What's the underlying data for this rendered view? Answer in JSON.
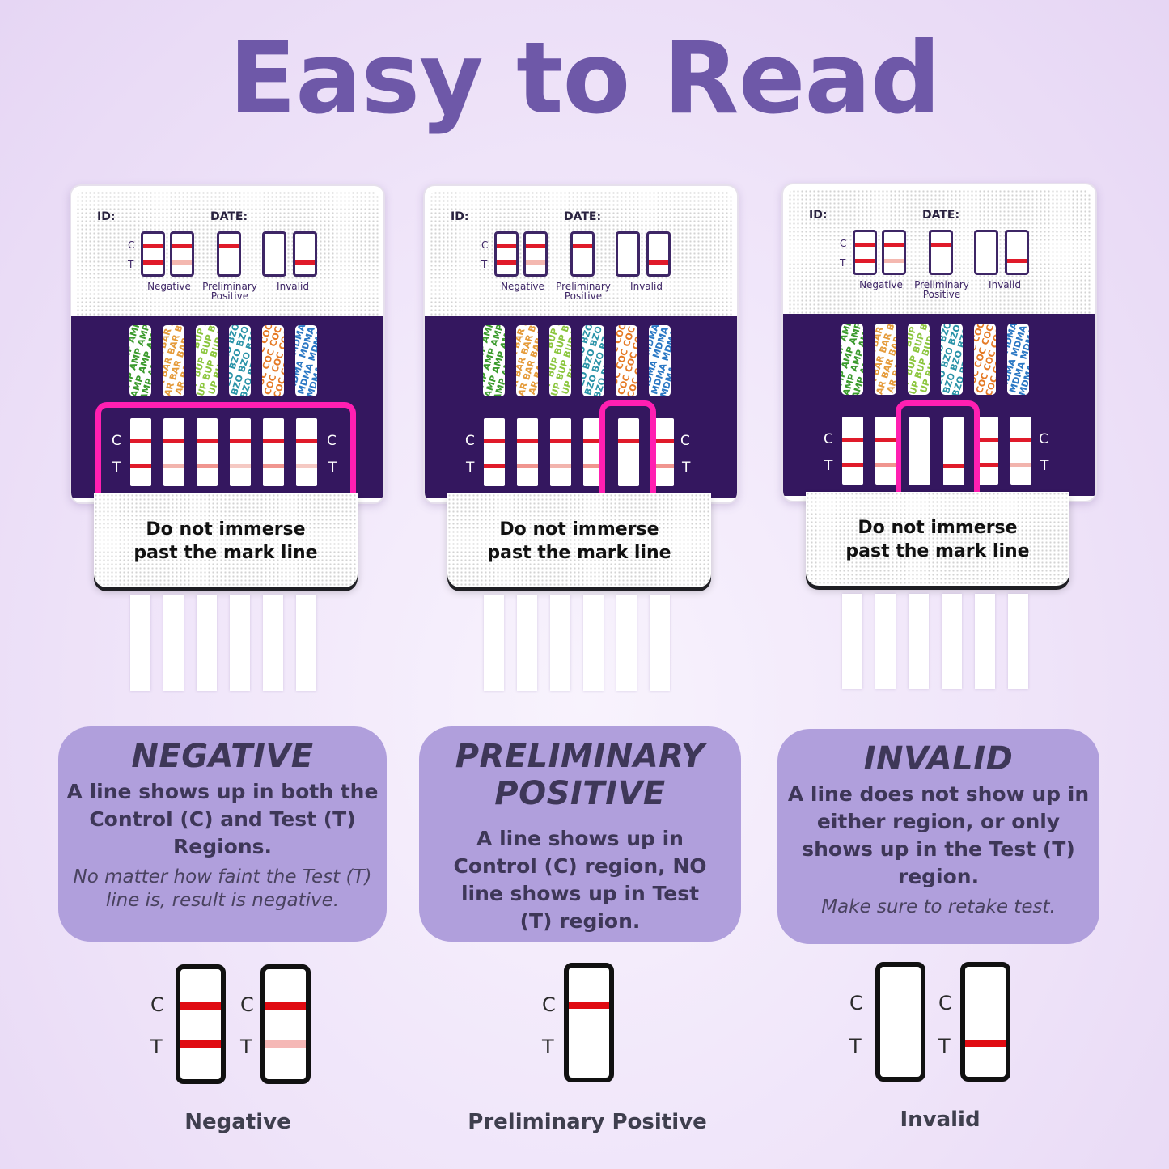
{
  "title": "Easy to Read",
  "device": {
    "id_label": "ID:",
    "date_label": "DATE:",
    "legend": {
      "negative": "Negative",
      "preliminary_line1": "Preliminary",
      "preliminary_line2": "Positive",
      "invalid": "Invalid"
    },
    "c_label": "C",
    "t_label": "T",
    "drug_labels": [
      "AMP",
      "BAR",
      "BUP",
      "BZO",
      "COC",
      "MDMA"
    ],
    "drug_colors": [
      "#3a9a2c",
      "#e59b3a",
      "#8cc63f",
      "#2a93a8",
      "#e57a25",
      "#2b78c4"
    ],
    "warning_line1": "Do not immerse",
    "warning_line2": "past the mark line"
  },
  "results": [
    {
      "heading": "NEGATIVE",
      "description": "A line shows up in both the Control (C) and Test (T) Regions.",
      "note": "No matter how faint the Test (T) line is, result is negative.",
      "caption": "Negative"
    },
    {
      "heading": "PRELIMINARY POSITIVE",
      "description": "A line shows up in Control (C) region, NO line shows up in Test (T) region.",
      "note": "",
      "caption": "Preliminary Positive"
    },
    {
      "heading": "INVALID",
      "description": "A line does not show up in either region, or only shows up in the Test (T) region.",
      "note": "Make sure to retake test.",
      "caption": "Invalid"
    }
  ],
  "colors": {
    "title": "#6e58a8",
    "band": "#34175f",
    "highlight": "#ff1fb1",
    "box": "#b09fdc",
    "line_red": "#e01a2a"
  }
}
